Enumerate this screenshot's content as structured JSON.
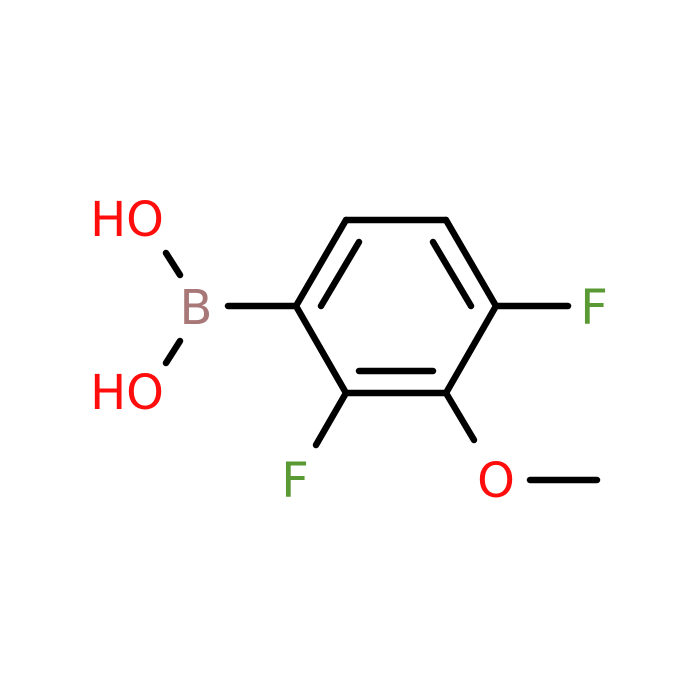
{
  "molecule": {
    "atoms": {
      "oh_top": {
        "text": "HO",
        "color": "#ff0d0d"
      },
      "oh_bottom": {
        "text": "HO",
        "color": "#ff0d0d"
      },
      "boron": {
        "text": "B",
        "color": "#a87878"
      },
      "f_right": {
        "text": "F",
        "color": "#5a9a35"
      },
      "f_bottom": {
        "text": "F",
        "color": "#5a9a35"
      },
      "o_methoxy": {
        "text": "O",
        "color": "#ff0d0d"
      }
    },
    "bond_color": "#000000"
  }
}
